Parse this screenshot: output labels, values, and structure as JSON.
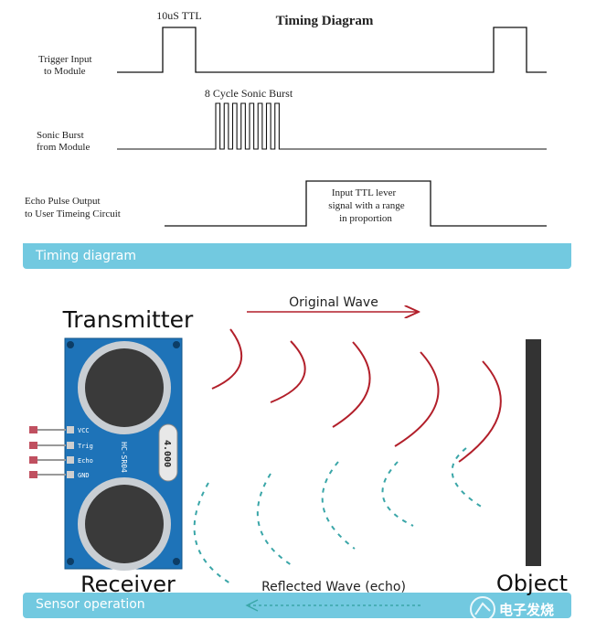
{
  "timing": {
    "title": "Timing Diagram",
    "pulse_label": "10uS TTL",
    "burst_label": "8 Cycle Sonic Burst",
    "signals": [
      {
        "line1": "Trigger Input",
        "line2": "to Module"
      },
      {
        "line1": "Sonic Burst",
        "line2": "from Module"
      },
      {
        "line1": "Echo Pulse Output",
        "line2": "to User Timeing Circuit"
      }
    ],
    "echo_note": [
      "Input TTL lever",
      "signal with a range",
      "in proportion"
    ],
    "caption": "Timing diagram"
  },
  "sensor": {
    "transmitter_label": "Transmitter",
    "receiver_label": "Receiver",
    "object_label": "Object",
    "original_wave_label": "Original Wave",
    "reflected_wave_label": "Reflected Wave (echo)",
    "module_model": "HC-SR04",
    "crystal_label": "4.000",
    "pins": [
      "VCC",
      "Trig",
      "Echo",
      "GND"
    ],
    "caption": "Sensor operation",
    "watermark": "电子发烧",
    "colors": {
      "outgoing_wave": "#b21f2a",
      "reflected_wave": "#3aa6a8",
      "module_board": "#1e73b8",
      "object": "#333333",
      "caption_bar": "#72c9e0"
    }
  }
}
